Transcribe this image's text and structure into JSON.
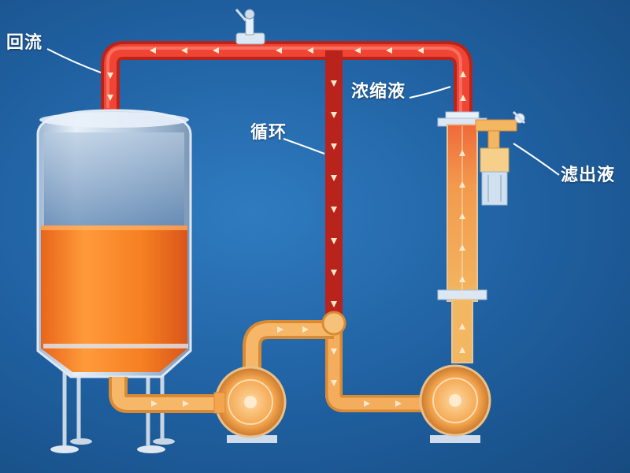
{
  "labels": {
    "reflux": "回流",
    "circulation": "循环",
    "concentrate": "浓缩液",
    "filtrate": "滤出液"
  },
  "colors": {
    "background": "#1f5f9f",
    "hot_pipe": "#e83c2e",
    "warm_pipe": "#f0a14a",
    "liquid": "#f07a1e",
    "flow_arrow": "#ffe9cc"
  }
}
